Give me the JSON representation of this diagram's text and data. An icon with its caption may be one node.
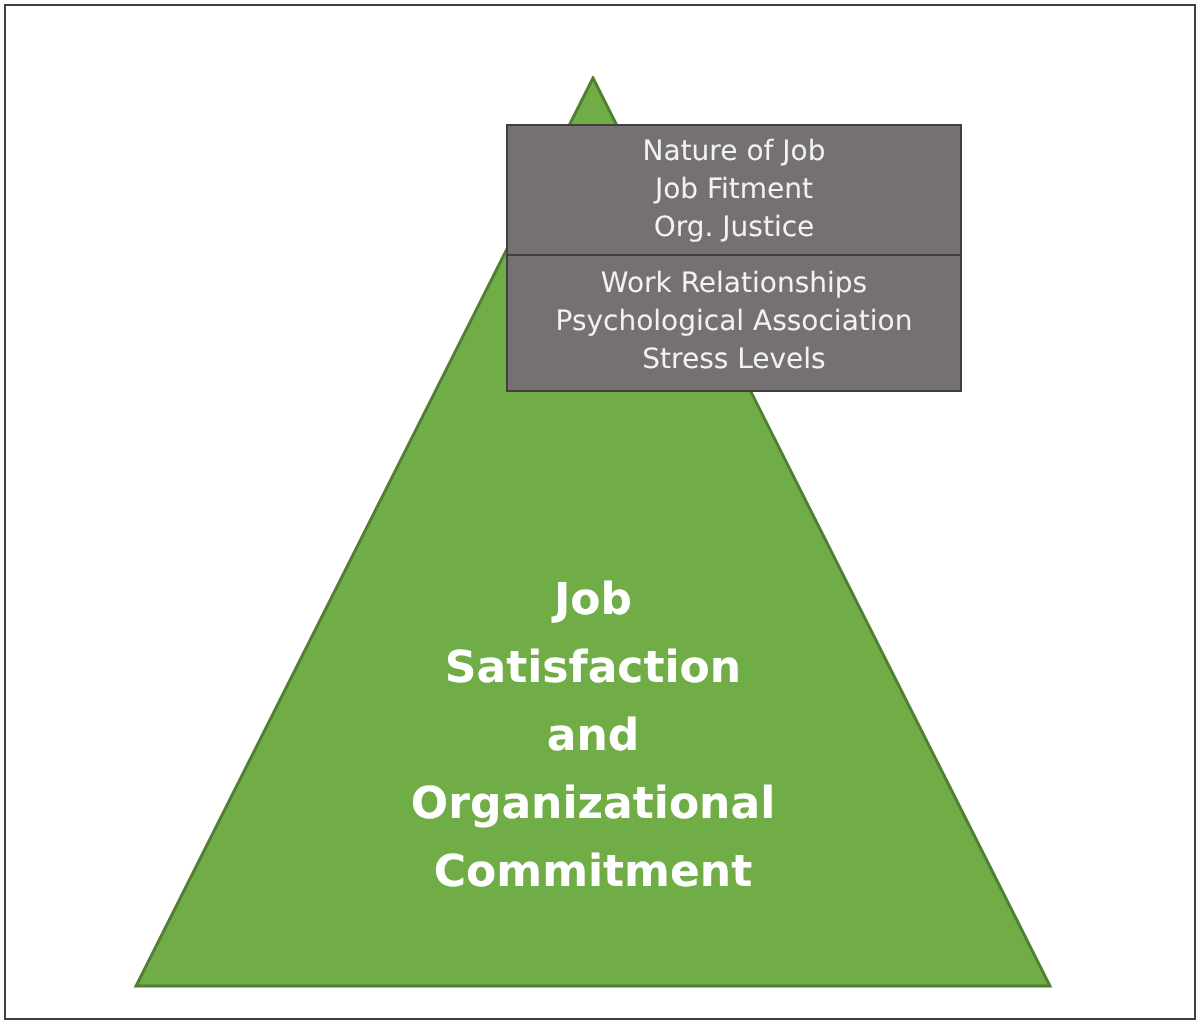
{
  "diagram": {
    "nodes": [
      {
        "text": [
          "Job Satisfaction and Organizational Commitment"
        ]
      },
      {
        "text": [
          "Nature of Job",
          "Job Fitment",
          "Org. Justice"
        ]
      },
      {
        "text": [
          "Work Relationships",
          "Psychological Association",
          "Stress Levels"
        ]
      }
    ]
  }
}
